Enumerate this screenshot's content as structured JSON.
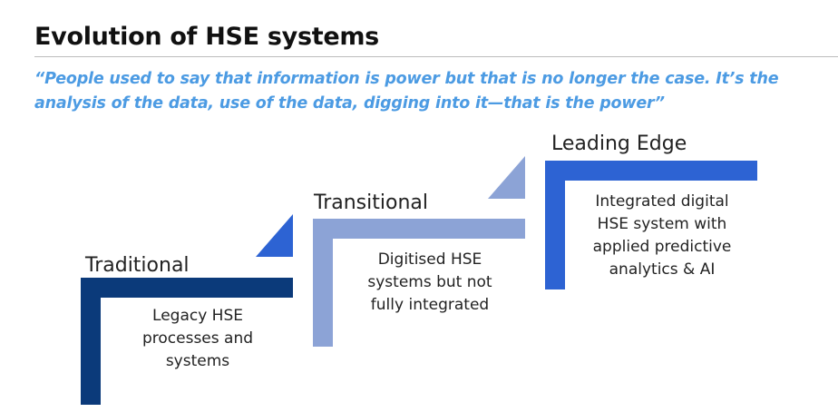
{
  "title": "Evolution of HSE systems",
  "quote": {
    "line1": "“People used to say that information is power but that is no longer the case. It’s the",
    "line2": "analysis of the data, use of the data, digging into it—that is the power”"
  },
  "stages": [
    {
      "name": "Traditional",
      "description_lines": [
        "Legacy HSE",
        "processes and",
        "systems"
      ],
      "color": "#0b3a7a"
    },
    {
      "name": "Transitional",
      "description_lines": [
        "Digitised HSE",
        "systems but not",
        "fully integrated"
      ],
      "color": "#8ca3d6"
    },
    {
      "name": "Leading Edge",
      "description_lines": [
        "Integrated digital",
        "HSE system with",
        "applied predictive",
        "analytics & AI"
      ],
      "color": "#2d63d3"
    }
  ],
  "connectors": [
    {
      "color": "#2d63d3"
    },
    {
      "color": "#8ca3d6"
    }
  ]
}
